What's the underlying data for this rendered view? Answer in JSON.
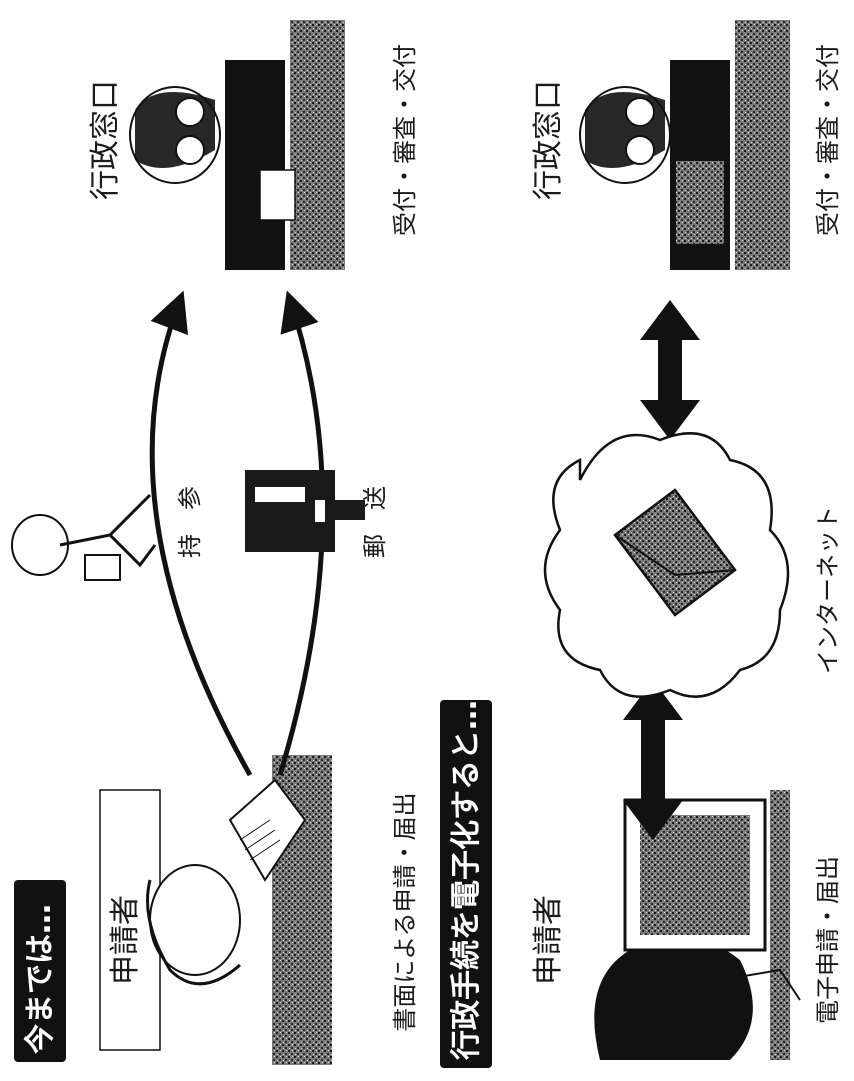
{
  "top_section": {
    "header": "今までは…",
    "applicant_label": "申請者",
    "method_caption": "書面による申請・届出",
    "carry_label": "持参",
    "mail_label": "郵送",
    "office_label": "行政窓口",
    "office_caption": "受付・審査・交付"
  },
  "bottom_section": {
    "header": "行政手続を電子化すると…",
    "applicant_label": "申請者",
    "method_caption": "電子申請・届出",
    "network_label": "インターネット",
    "office_label": "行政窓口",
    "office_caption": "受付・審査・交付"
  }
}
